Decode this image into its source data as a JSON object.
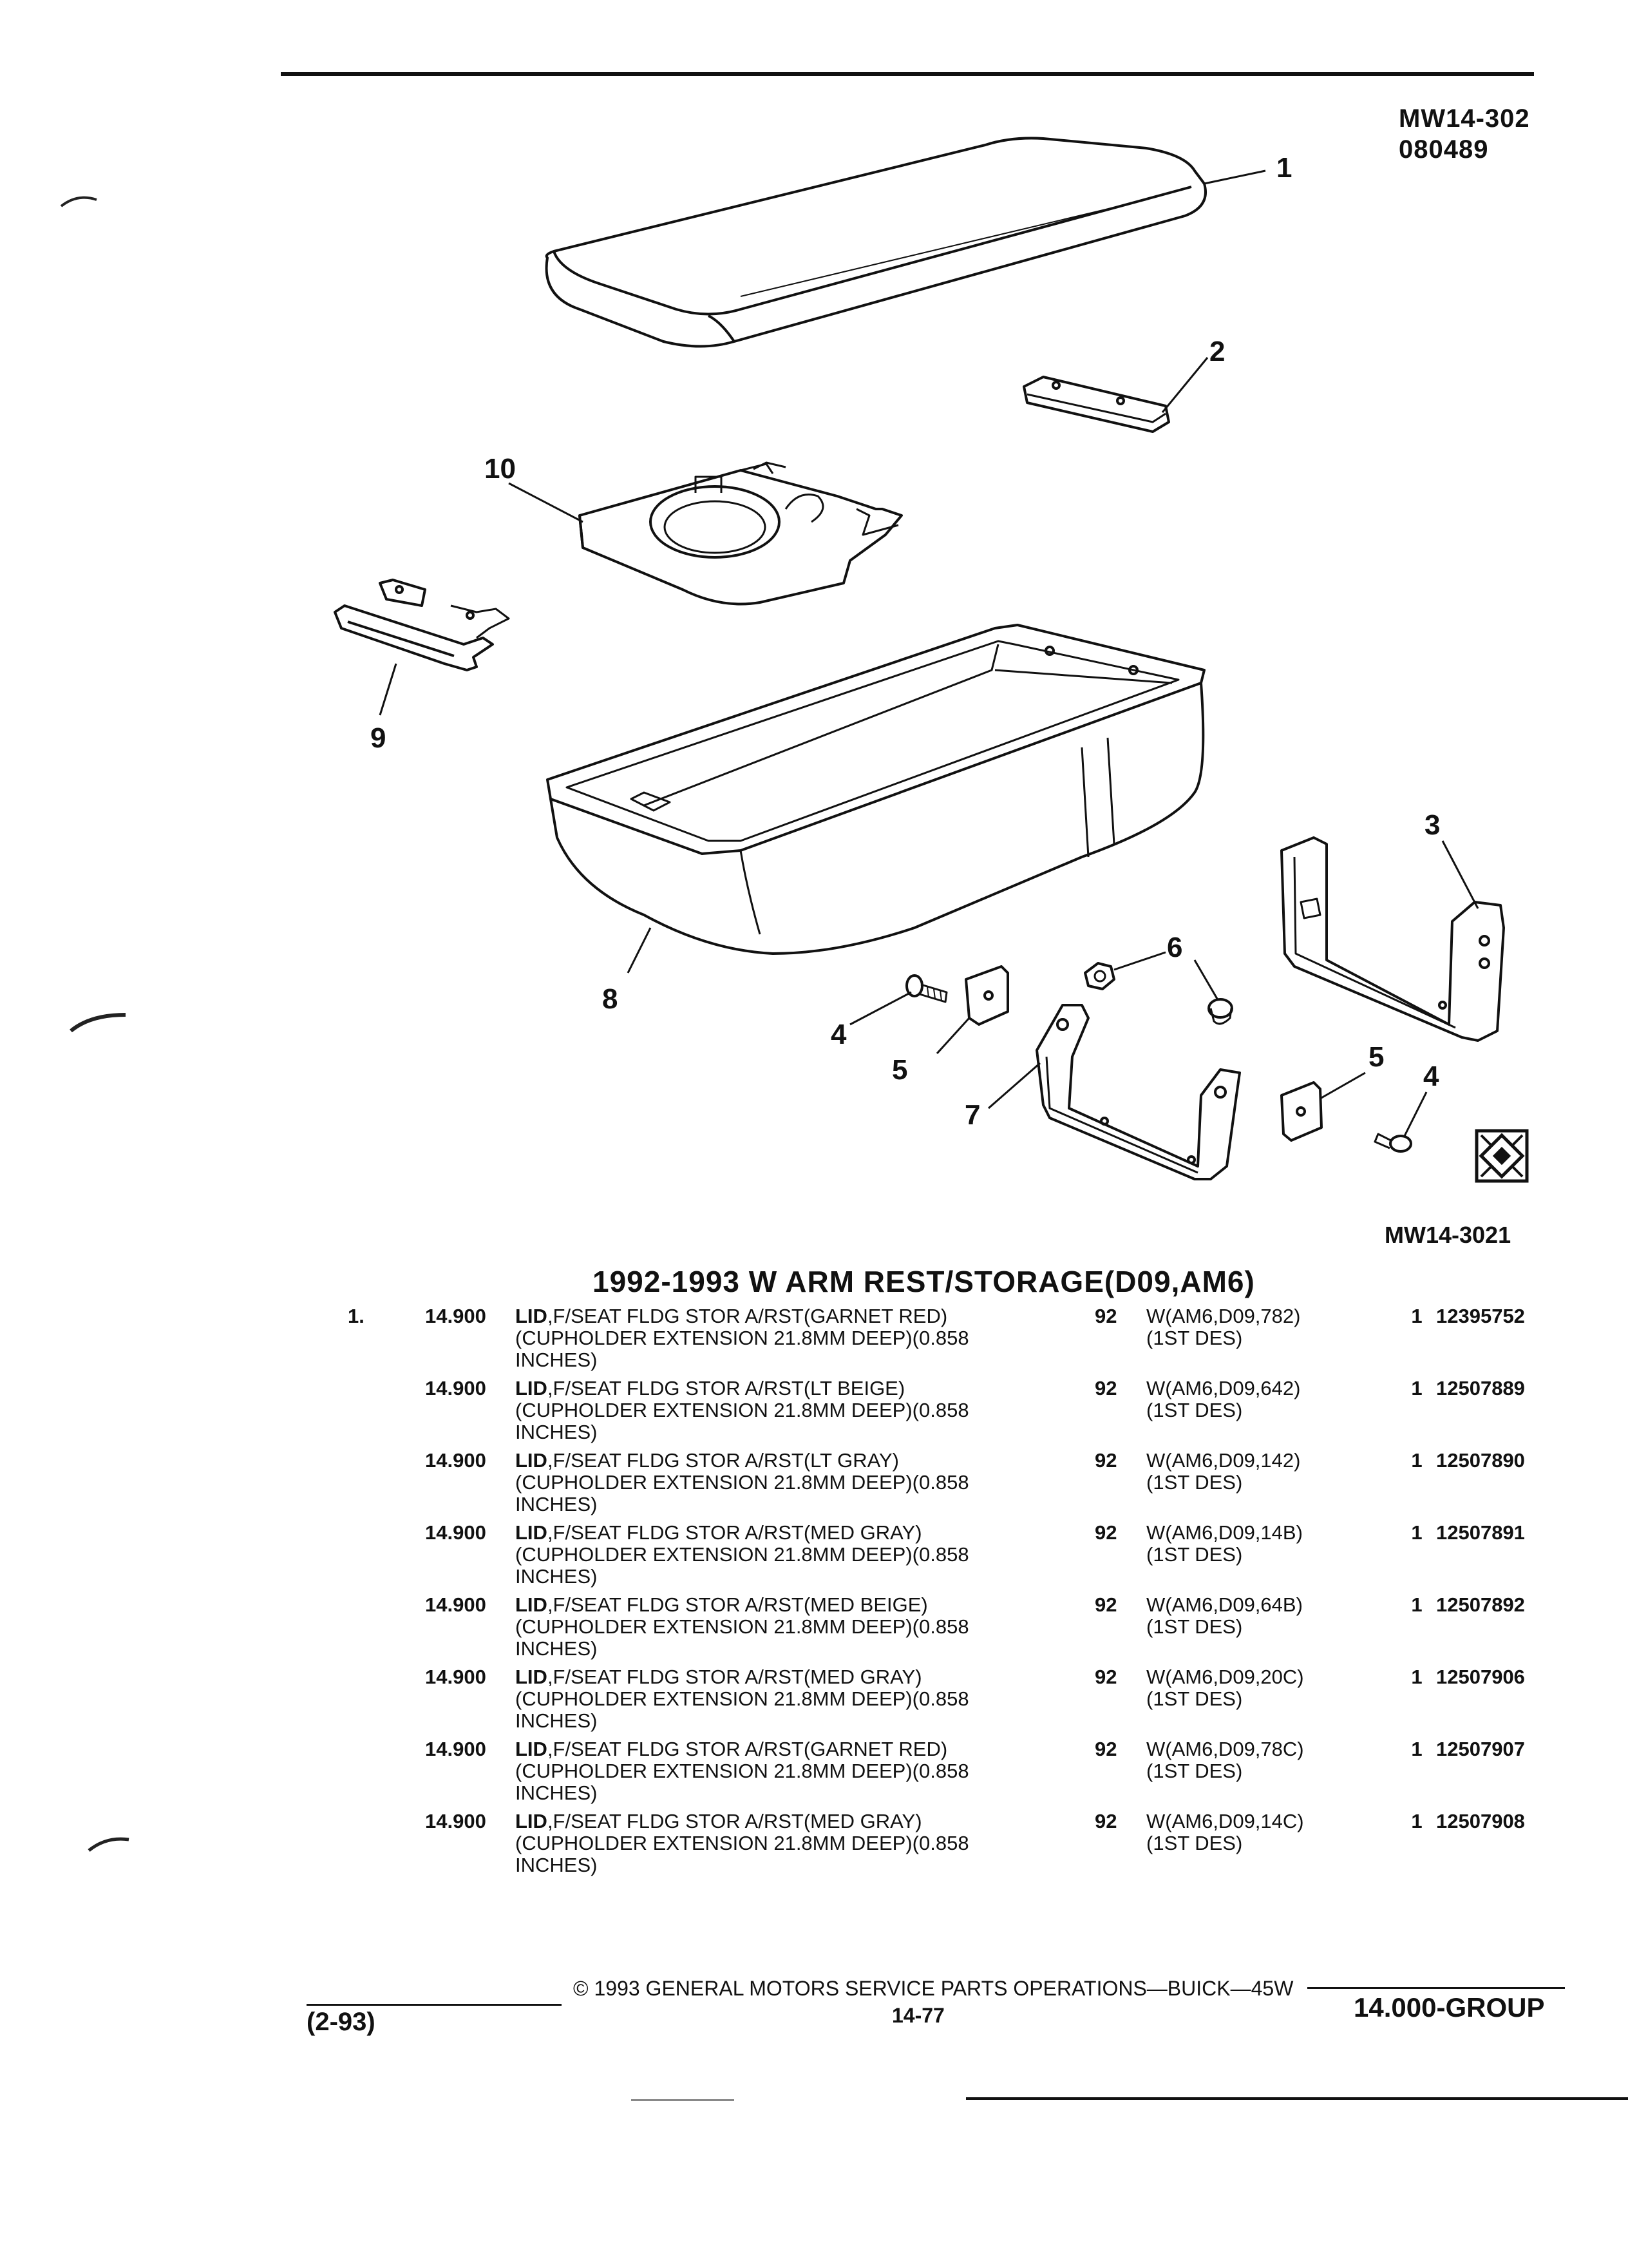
{
  "header": {
    "illustration_code": "MW14-302",
    "illustration_date": "080489"
  },
  "diagram": {
    "callouts": [
      "1",
      "2",
      "3",
      "4",
      "4",
      "5",
      "5",
      "6",
      "7",
      "8",
      "9",
      "10"
    ],
    "figure_code": "MW14-3021",
    "badge_icon": "cross-pattern-icon"
  },
  "section_title": "1992-1993 W ARM REST/STORAGE(D09,AM6)",
  "parts": [
    {
      "item": "1.",
      "code": "14.900",
      "name": "LID",
      "desc": ",F/SEAT FLDG STOR A/RST(GARNET RED)",
      "desc2": "(CUPHOLDER EXTENSION 21.8MM DEEP)(0.858",
      "desc3": "INCHES)",
      "year": "92",
      "usage": "W(AM6,D09,782)",
      "usage2": "(1ST DES)",
      "qty": "1",
      "part_no": "12395752"
    },
    {
      "item": "",
      "code": "14.900",
      "name": "LID",
      "desc": ",F/SEAT FLDG STOR A/RST(LT BEIGE)",
      "desc2": "(CUPHOLDER EXTENSION 21.8MM DEEP)(0.858",
      "desc3": "INCHES)",
      "year": "92",
      "usage": "W(AM6,D09,642)",
      "usage2": "(1ST DES)",
      "qty": "1",
      "part_no": "12507889"
    },
    {
      "item": "",
      "code": "14.900",
      "name": "LID",
      "desc": ",F/SEAT FLDG STOR A/RST(LT GRAY)",
      "desc2": "(CUPHOLDER EXTENSION 21.8MM DEEP)(0.858",
      "desc3": "INCHES)",
      "year": "92",
      "usage": "W(AM6,D09,142)",
      "usage2": "(1ST DES)",
      "qty": "1",
      "part_no": "12507890"
    },
    {
      "item": "",
      "code": "14.900",
      "name": "LID",
      "desc": ",F/SEAT FLDG STOR A/RST(MED GRAY)",
      "desc2": "(CUPHOLDER EXTENSION 21.8MM DEEP)(0.858",
      "desc3": "INCHES)",
      "year": "92",
      "usage": "W(AM6,D09,14B)",
      "usage2": "(1ST DES)",
      "qty": "1",
      "part_no": "12507891"
    },
    {
      "item": "",
      "code": "14.900",
      "name": "LID",
      "desc": ",F/SEAT FLDG STOR A/RST(MED BEIGE)",
      "desc2": "(CUPHOLDER EXTENSION 21.8MM DEEP)(0.858",
      "desc3": "INCHES)",
      "year": "92",
      "usage": "W(AM6,D09,64B)",
      "usage2": "(1ST DES)",
      "qty": "1",
      "part_no": "12507892"
    },
    {
      "item": "",
      "code": "14.900",
      "name": "LID",
      "desc": ",F/SEAT FLDG STOR A/RST(MED GRAY)",
      "desc2": "(CUPHOLDER EXTENSION 21.8MM DEEP)(0.858",
      "desc3": "INCHES)",
      "year": "92",
      "usage": "W(AM6,D09,20C)",
      "usage2": "(1ST DES)",
      "qty": "1",
      "part_no": "12507906"
    },
    {
      "item": "",
      "code": "14.900",
      "name": "LID",
      "desc": ",F/SEAT FLDG STOR A/RST(GARNET RED)",
      "desc2": "(CUPHOLDER EXTENSION 21.8MM DEEP)(0.858",
      "desc3": "INCHES)",
      "year": "92",
      "usage": "W(AM6,D09,78C)",
      "usage2": "(1ST DES)",
      "qty": "1",
      "part_no": "12507907"
    },
    {
      "item": "",
      "code": "14.900",
      "name": "LID",
      "desc": ",F/SEAT FLDG STOR A/RST(MED GRAY)",
      "desc2": "(CUPHOLDER EXTENSION 21.8MM DEEP)(0.858",
      "desc3": "INCHES)",
      "year": "92",
      "usage": "W(AM6,D09,14C)",
      "usage2": "(1ST DES)",
      "qty": "1",
      "part_no": "12507908"
    }
  ],
  "footer": {
    "copyright": "© 1993 GENERAL MOTORS SERVICE PARTS OPERATIONS—BUICK—45W",
    "page_number": "14-77",
    "revision": "(2-93)",
    "group": "14.000-GROUP"
  }
}
